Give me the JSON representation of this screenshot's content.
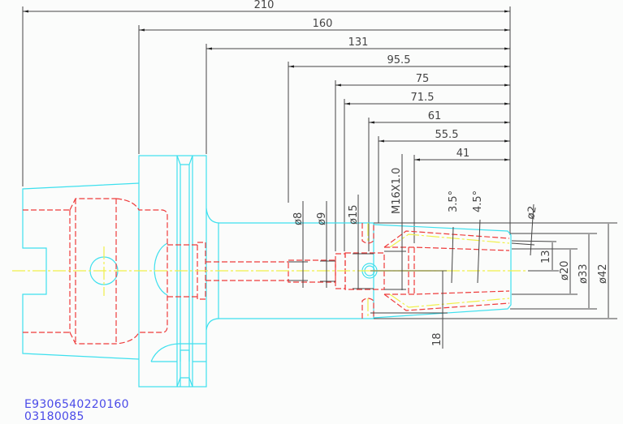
{
  "drawing": {
    "title": "Tool holder technical drawing",
    "colors": {
      "outline": "#3ee0ee",
      "hidden_lines": "#ee3b3b",
      "center_lines": "#f0f04a",
      "dimensions": "#444444",
      "part_number": "#4a4ae8",
      "background": "#fbfcfb"
    },
    "length_dimensions": [
      "210",
      "160",
      "131",
      "95.5",
      "75",
      "71.5",
      "61",
      "55.5",
      "41"
    ],
    "bore_diameters": [
      "ø8",
      "ø9",
      "ø15"
    ],
    "thread_label": "M16X1.0",
    "taper_angles": [
      "3.5°",
      "4.5°"
    ],
    "nose_dimensions": {
      "d2": "ø2",
      "d13": "13",
      "d20": "ø20",
      "d33": "ø33",
      "d42": "ø42"
    },
    "depth_dimension": "18",
    "part_number": "E9306540220160",
    "part_code": "03180085"
  }
}
